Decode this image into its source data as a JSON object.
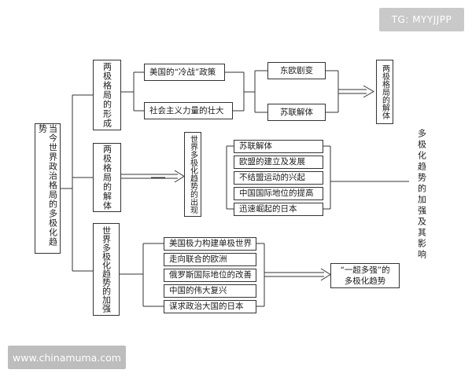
{
  "root": "当今世界政治格局的多极化趋势",
  "branches": [
    {
      "title": "两极格局的形成",
      "children": [
        "美国的“冷战”政策",
        "社会主义力量的壮大"
      ]
    },
    {
      "title": "两极格局的解体",
      "children": [
        "世界多极化趋势的出现"
      ]
    },
    {
      "title": "世界多极化趋势的加强",
      "children": [
        "美国极力构建单极世界",
        "走向联合的欧洲",
        "俄罗斯国际地位的改善",
        "中国的伟大复兴",
        "谋求政治大国的日本"
      ]
    }
  ],
  "collapse_causes": [
    "东欧剧变",
    "苏联解体"
  ],
  "collapse_result": "两极格局的解体",
  "multipolar_factors": [
    "苏联解体",
    "欧盟的建立及发展",
    "不结盟运动的兴起",
    "中国国际地位的提高",
    "迅速崛起的日本"
  ],
  "multipolar_result": "多极化趋势的加强及其影响",
  "superpower_result": [
    "“一超多强”的",
    "多极化趋势"
  ],
  "watermarks": {
    "top": "TG: MYYJJPP",
    "bottom": "www.chinamuma.com"
  }
}
